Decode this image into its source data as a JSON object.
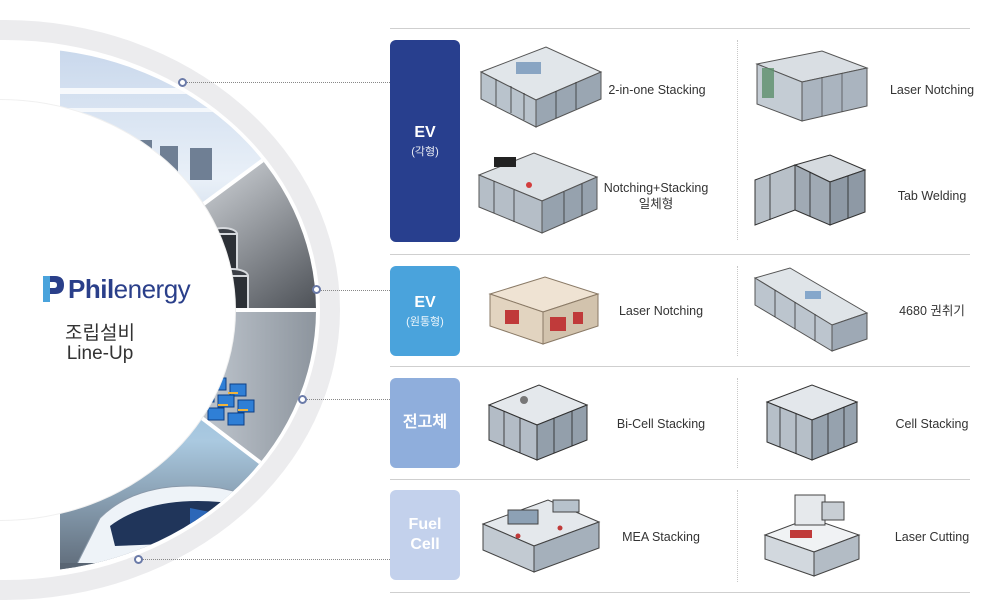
{
  "brand": {
    "logo_part1": "Phil",
    "logo_part2": "energy"
  },
  "intro": {
    "line1": "조립설비",
    "line2": "Line-Up"
  },
  "colors": {
    "ev_prismatic": "#283f8e",
    "ev_cylindrical": "#4aa3dc",
    "solid_state": "#8faedc",
    "fuel_cell": "#c3d1ec"
  },
  "categories": [
    {
      "title": "EV",
      "subtitle": "(각형)"
    },
    {
      "title": "EV",
      "subtitle": "(원통형)"
    },
    {
      "title": "전고체",
      "subtitle": ""
    },
    {
      "title": "Fuel Cell",
      "subtitle": ""
    }
  ],
  "equipment": {
    "ev_prismatic": [
      {
        "label": "2-in-one Stacking",
        "icon": "stacking-machine-icon"
      },
      {
        "label": "Laser Notching",
        "icon": "laser-notching-machine-icon"
      },
      {
        "label": "Notching+Stacking\n일체형",
        "icon": "notching-stacking-machine-icon"
      },
      {
        "label": "Tab Welding",
        "icon": "tab-welding-machine-icon"
      }
    ],
    "ev_cylindrical": [
      {
        "label": "Laser Notching",
        "icon": "laser-notching-machine-icon"
      },
      {
        "label": "4680 권취기",
        "icon": "winding-machine-icon"
      }
    ],
    "solid_state": [
      {
        "label": "Bi-Cell Stacking",
        "icon": "bicell-stacking-machine-icon"
      },
      {
        "label": "Cell Stacking",
        "icon": "cell-stacking-machine-icon"
      }
    ],
    "fuel_cell": [
      {
        "label": "MEA Stacking",
        "icon": "mea-stacking-machine-icon"
      },
      {
        "label": "Laser Cutting",
        "icon": "laser-cutting-machine-icon"
      }
    ]
  },
  "images": [
    "factory-photo",
    "battery-cells-photo",
    "battery-module-photo",
    "hydrogen-tram-photo"
  ]
}
